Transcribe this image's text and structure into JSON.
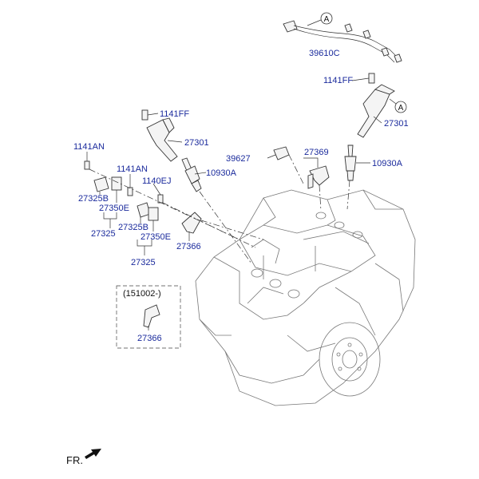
{
  "colors": {
    "label": "#1a2a9c",
    "line": "#333333",
    "engine": "#777777"
  },
  "labels": {
    "p39610C": "39610C",
    "p1141FF_right": "1141FF",
    "p27301_right": "27301",
    "p1141FF_left": "1141FF",
    "p27301_left": "27301",
    "p1141AN_top": "1141AN",
    "p1141AN_mid": "1141AN",
    "p10930A_left": "10930A",
    "p1140EJ": "1140EJ",
    "p39627": "39627",
    "p27369": "27369",
    "p10930A_right": "10930A",
    "p27325B_left": "27325B",
    "p27350E_left": "27350E",
    "p27325_left": "27325",
    "p27325B_mid": "27325B",
    "p27350E_mid": "27350E",
    "p27366_main": "27366",
    "p27325_mid": "27325",
    "p27366_variant": "27366"
  },
  "variant_note": "(151002-)",
  "circle_ref": "A",
  "front_label": "FR."
}
